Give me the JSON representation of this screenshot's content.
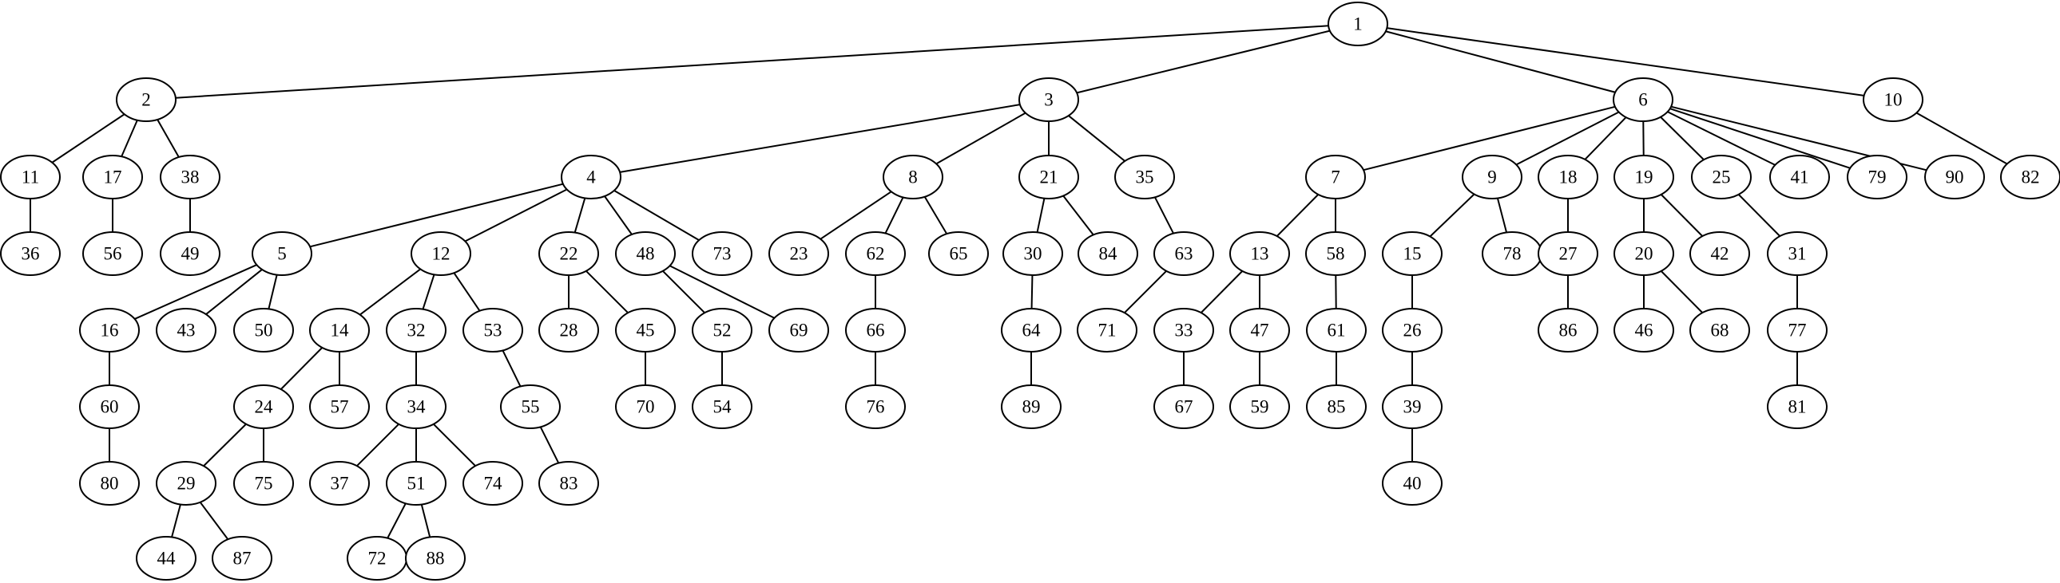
{
  "diagram": {
    "type": "tree",
    "colors": {
      "background": "#ffffff",
      "stroke": "#000000",
      "text": "#000000"
    },
    "nodes": [
      "1",
      "2",
      "3",
      "6",
      "10",
      "11",
      "17",
      "38",
      "4",
      "8",
      "21",
      "35",
      "7",
      "9",
      "18",
      "19",
      "25",
      "41",
      "79",
      "90",
      "82",
      "36",
      "56",
      "49",
      "5",
      "12",
      "22",
      "48",
      "73",
      "23",
      "62",
      "65",
      "30",
      "84",
      "63",
      "13",
      "58",
      "15",
      "78",
      "27",
      "20",
      "42",
      "31",
      "16",
      "43",
      "50",
      "14",
      "32",
      "53",
      "28",
      "45",
      "52",
      "69",
      "66",
      "64",
      "71",
      "33",
      "47",
      "61",
      "26",
      "86",
      "46",
      "68",
      "77",
      "60",
      "24",
      "57",
      "34",
      "55",
      "70",
      "54",
      "76",
      "89",
      "67",
      "59",
      "85",
      "39",
      "81",
      "80",
      "29",
      "75",
      "37",
      "51",
      "74",
      "83",
      "40",
      "44",
      "87",
      "72",
      "88"
    ],
    "edges": [
      [
        "1",
        "2"
      ],
      [
        "1",
        "3"
      ],
      [
        "1",
        "6"
      ],
      [
        "1",
        "10"
      ],
      [
        "2",
        "11"
      ],
      [
        "2",
        "17"
      ],
      [
        "2",
        "38"
      ],
      [
        "3",
        "4"
      ],
      [
        "3",
        "8"
      ],
      [
        "3",
        "21"
      ],
      [
        "3",
        "35"
      ],
      [
        "6",
        "7"
      ],
      [
        "6",
        "9"
      ],
      [
        "6",
        "18"
      ],
      [
        "6",
        "19"
      ],
      [
        "6",
        "25"
      ],
      [
        "6",
        "41"
      ],
      [
        "6",
        "79"
      ],
      [
        "6",
        "90"
      ],
      [
        "10",
        "82"
      ],
      [
        "11",
        "36"
      ],
      [
        "17",
        "56"
      ],
      [
        "38",
        "49"
      ],
      [
        "4",
        "5"
      ],
      [
        "4",
        "12"
      ],
      [
        "4",
        "22"
      ],
      [
        "4",
        "48"
      ],
      [
        "4",
        "73"
      ],
      [
        "8",
        "23"
      ],
      [
        "8",
        "62"
      ],
      [
        "8",
        "65"
      ],
      [
        "21",
        "30"
      ],
      [
        "21",
        "84"
      ],
      [
        "35",
        "63"
      ],
      [
        "7",
        "13"
      ],
      [
        "7",
        "58"
      ],
      [
        "9",
        "15"
      ],
      [
        "9",
        "78"
      ],
      [
        "18",
        "27"
      ],
      [
        "19",
        "20"
      ],
      [
        "19",
        "42"
      ],
      [
        "25",
        "31"
      ],
      [
        "5",
        "16"
      ],
      [
        "5",
        "43"
      ],
      [
        "5",
        "50"
      ],
      [
        "12",
        "14"
      ],
      [
        "12",
        "32"
      ],
      [
        "12",
        "53"
      ],
      [
        "22",
        "28"
      ],
      [
        "22",
        "45"
      ],
      [
        "48",
        "52"
      ],
      [
        "48",
        "69"
      ],
      [
        "62",
        "66"
      ],
      [
        "30",
        "64"
      ],
      [
        "63",
        "71"
      ],
      [
        "13",
        "33"
      ],
      [
        "13",
        "47"
      ],
      [
        "58",
        "61"
      ],
      [
        "15",
        "26"
      ],
      [
        "27",
        "86"
      ],
      [
        "20",
        "46"
      ],
      [
        "20",
        "68"
      ],
      [
        "31",
        "77"
      ],
      [
        "16",
        "60"
      ],
      [
        "14",
        "24"
      ],
      [
        "14",
        "57"
      ],
      [
        "32",
        "34"
      ],
      [
        "53",
        "55"
      ],
      [
        "45",
        "70"
      ],
      [
        "52",
        "54"
      ],
      [
        "66",
        "76"
      ],
      [
        "64",
        "89"
      ],
      [
        "33",
        "67"
      ],
      [
        "47",
        "59"
      ],
      [
        "61",
        "85"
      ],
      [
        "26",
        "39"
      ],
      [
        "77",
        "81"
      ],
      [
        "60",
        "80"
      ],
      [
        "24",
        "29"
      ],
      [
        "24",
        "75"
      ],
      [
        "34",
        "37"
      ],
      [
        "34",
        "51"
      ],
      [
        "34",
        "74"
      ],
      [
        "55",
        "83"
      ],
      [
        "39",
        "40"
      ],
      [
        "29",
        "44"
      ],
      [
        "29",
        "87"
      ],
      [
        "51",
        "72"
      ],
      [
        "51",
        "88"
      ]
    ]
  }
}
